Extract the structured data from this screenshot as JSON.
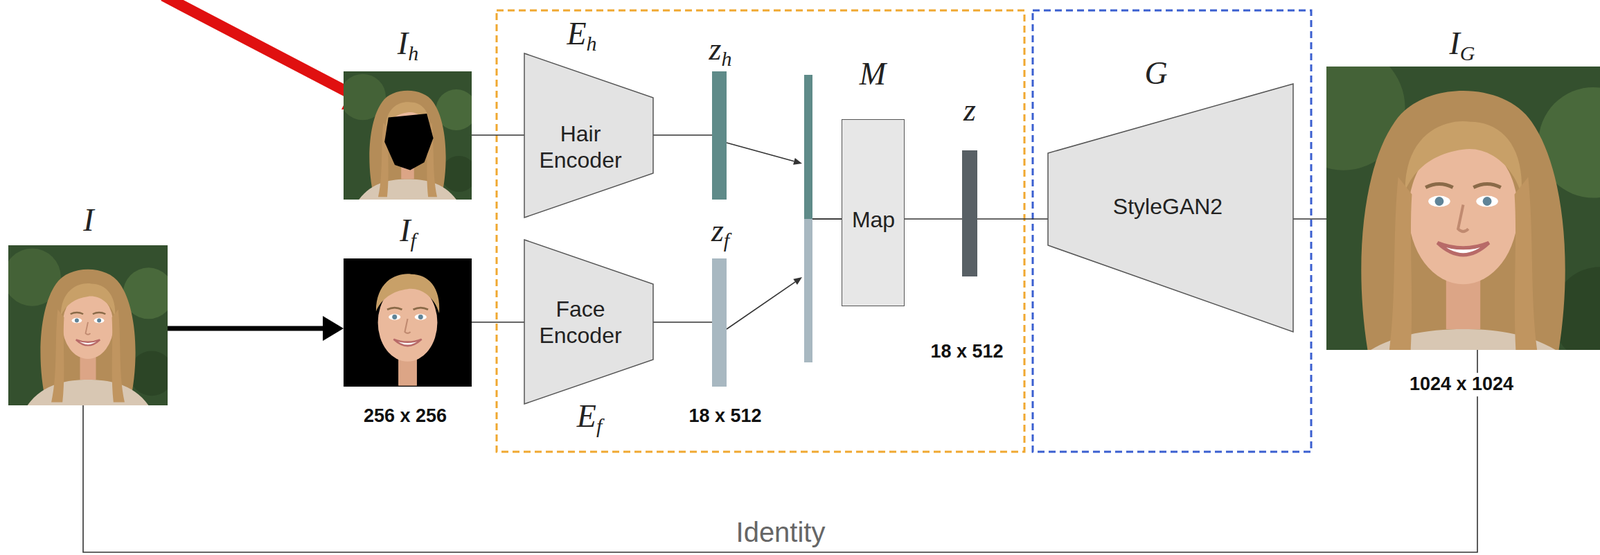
{
  "diagram": {
    "nodes": [
      {
        "text": [
          "I"
        ]
      },
      {
        "text": [
          "Ih"
        ]
      },
      {
        "text": [
          "If"
        ]
      },
      {
        "text": [
          "Eh",
          "Hair Encoder"
        ]
      },
      {
        "text": [
          "Ef",
          "Face Encoder"
        ]
      },
      {
        "text": [
          "zh"
        ]
      },
      {
        "text": [
          "zf"
        ]
      },
      {
        "text": [
          "M",
          "Map"
        ]
      },
      {
        "text": [
          "z"
        ]
      },
      {
        "text": [
          "G",
          "StyleGAN2"
        ]
      },
      {
        "text": [
          "IG"
        ]
      }
    ],
    "edges": [
      {
        "from": 0,
        "to": 2,
        "arrow": "to"
      },
      {
        "from": 1,
        "to": 3,
        "arrow": "none"
      },
      {
        "from": 2,
        "to": 4,
        "arrow": "none"
      },
      {
        "from": 3,
        "to": 5,
        "arrow": "none"
      },
      {
        "from": 4,
        "to": 6,
        "arrow": "none"
      },
      {
        "from": 5,
        "to": 7,
        "arrow": "to"
      },
      {
        "from": 6,
        "to": 7,
        "arrow": "to"
      },
      {
        "from": 7,
        "to": 8,
        "arrow": "none"
      },
      {
        "from": 8,
        "to": 9,
        "arrow": "none"
      },
      {
        "from": 9,
        "to": 10,
        "arrow": "none"
      },
      {
        "from": 0,
        "to": 10,
        "label": "Identity",
        "arrow": "none"
      }
    ],
    "labels": [
      "256 x 256",
      "18 x 512",
      "18 x 512",
      "1024 x 1024"
    ]
  }
}
